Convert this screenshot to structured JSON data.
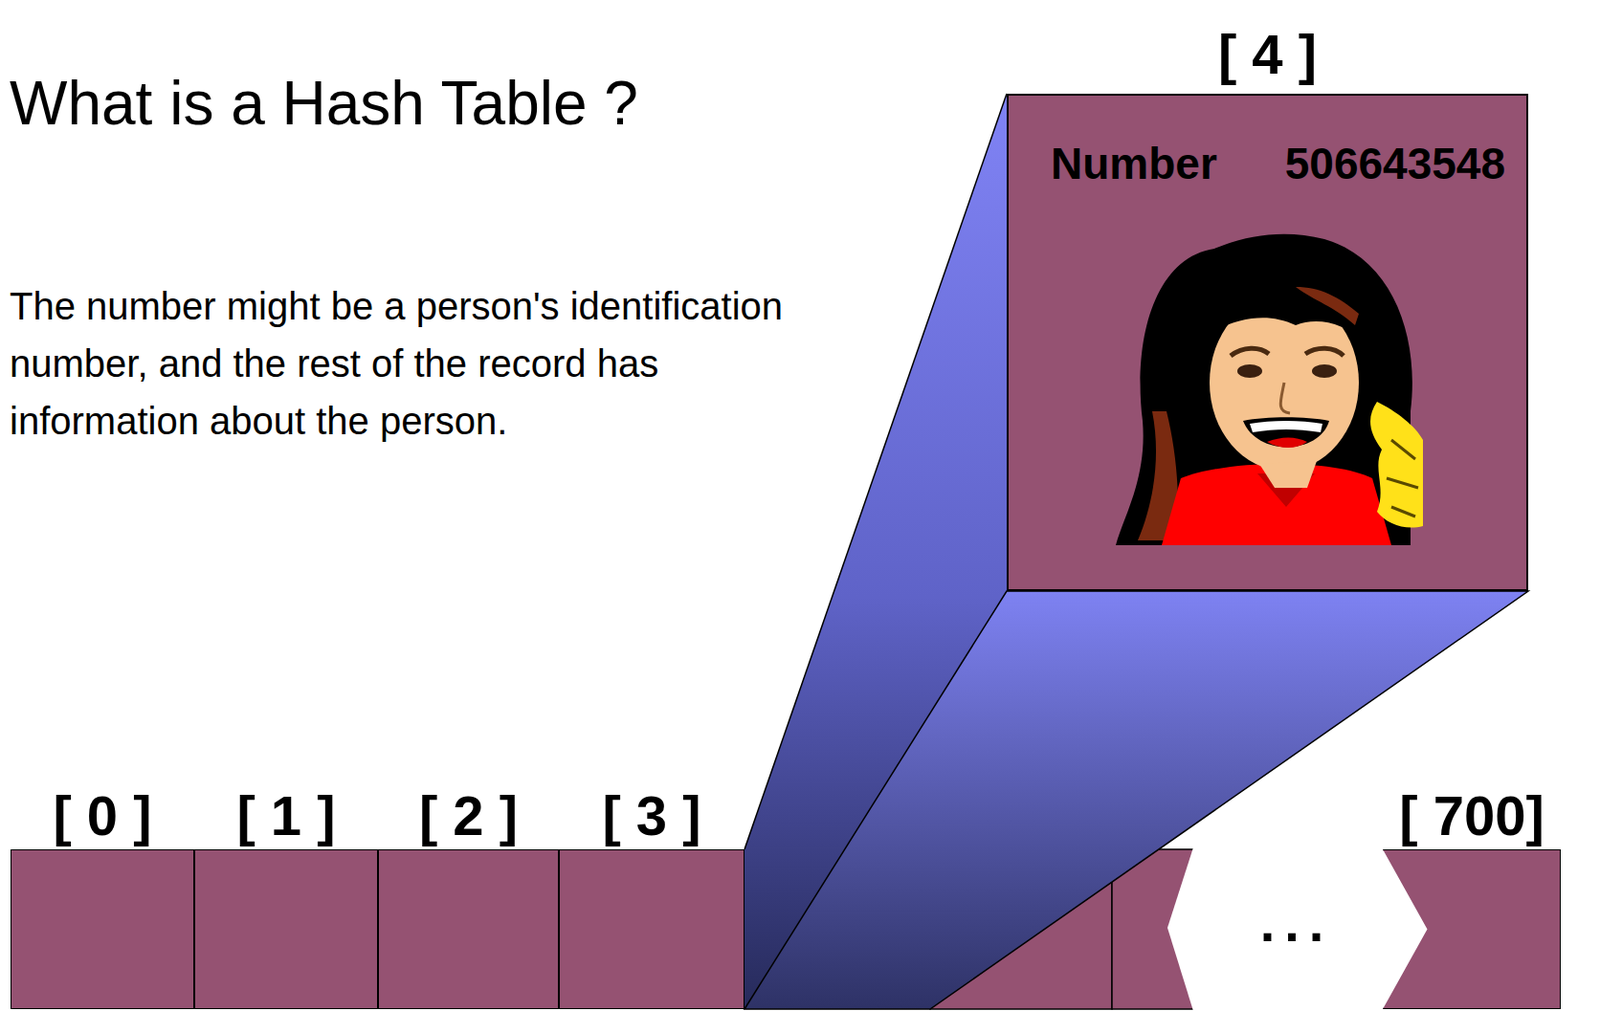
{
  "diagram": {
    "title": "What is a Hash Table ?",
    "nodes": [
      {
        "text": [
          "[ 0 ]"
        ]
      },
      {
        "text": [
          "[ 1 ]"
        ]
      },
      {
        "text": [
          "[ 2 ]"
        ]
      },
      {
        "text": [
          "[ 3 ]"
        ]
      },
      {
        "text": [
          "[ 4 ]",
          "Number",
          "506643548"
        ]
      },
      {
        "text": [
          "[ 700]"
        ]
      }
    ],
    "labels": [
      "The number might be a person's identification number, and the rest of the record has information about the person.",
      "..."
    ]
  }
}
